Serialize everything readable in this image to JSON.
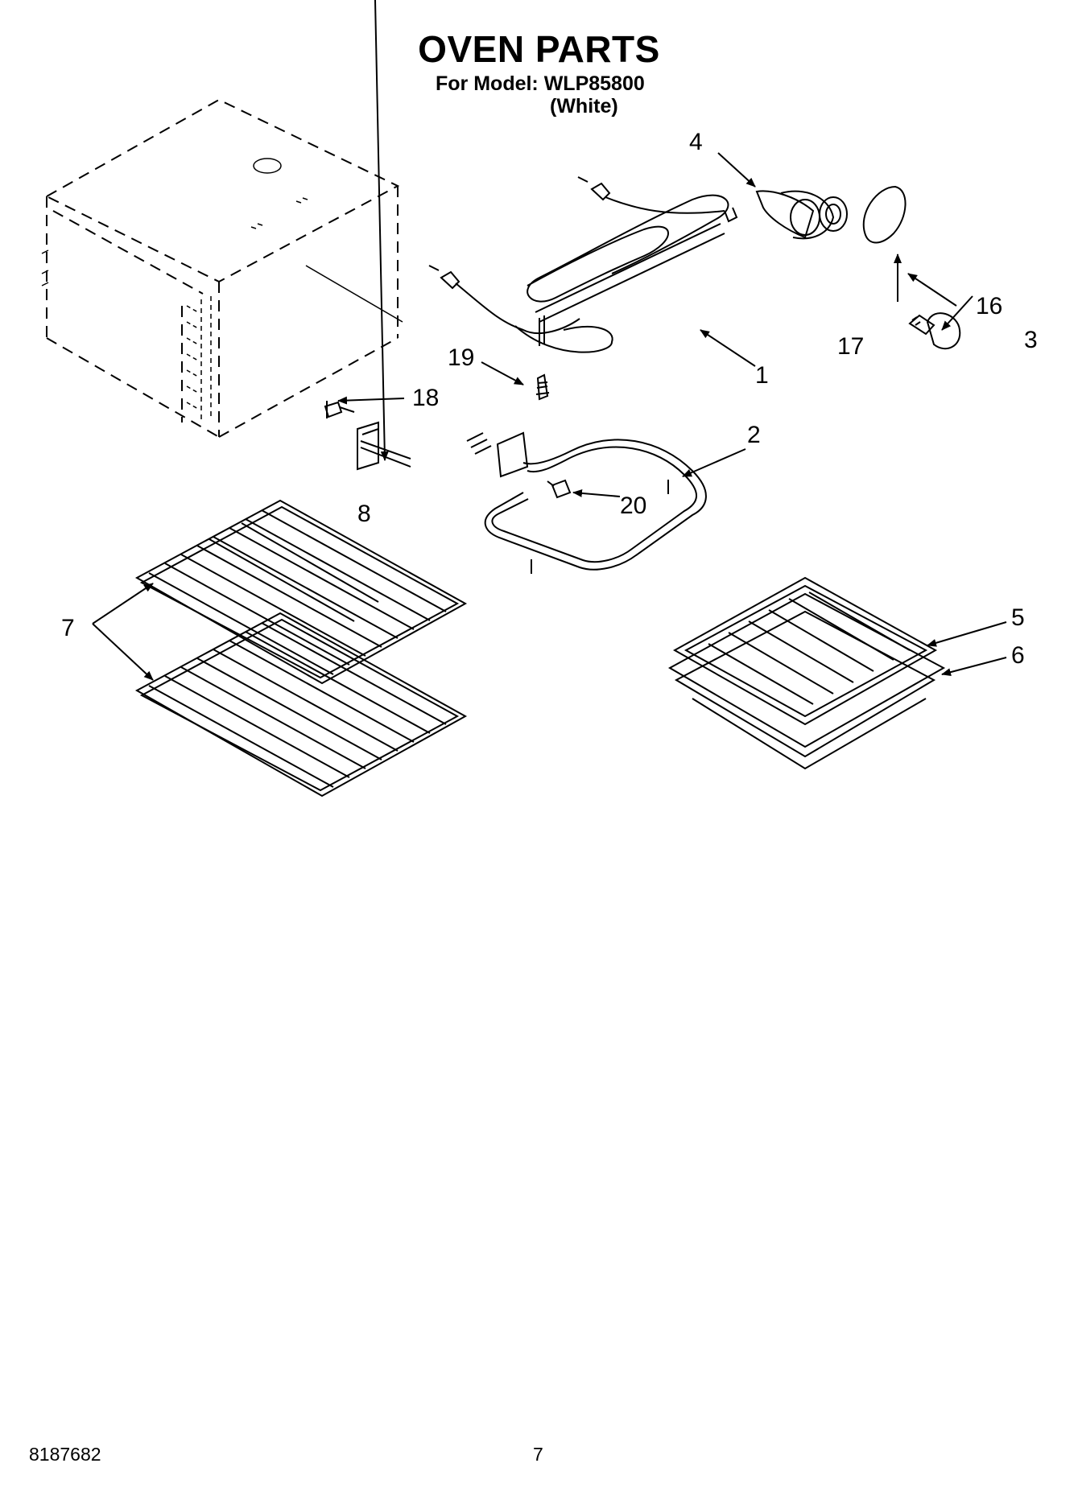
{
  "header": {
    "title": "OVEN PARTS",
    "model_line": "For Model: WLP85800",
    "variant": "(White)"
  },
  "callouts": {
    "c1": "1",
    "c2": "2",
    "c3": "3",
    "c4": "4",
    "c5": "5",
    "c6": "6",
    "c7": "7",
    "c8": "8",
    "c16": "16",
    "c17": "17",
    "c18": "18",
    "c19": "19",
    "c20": "20"
  },
  "footer": {
    "part_number": "8187682",
    "page_number": "7"
  }
}
